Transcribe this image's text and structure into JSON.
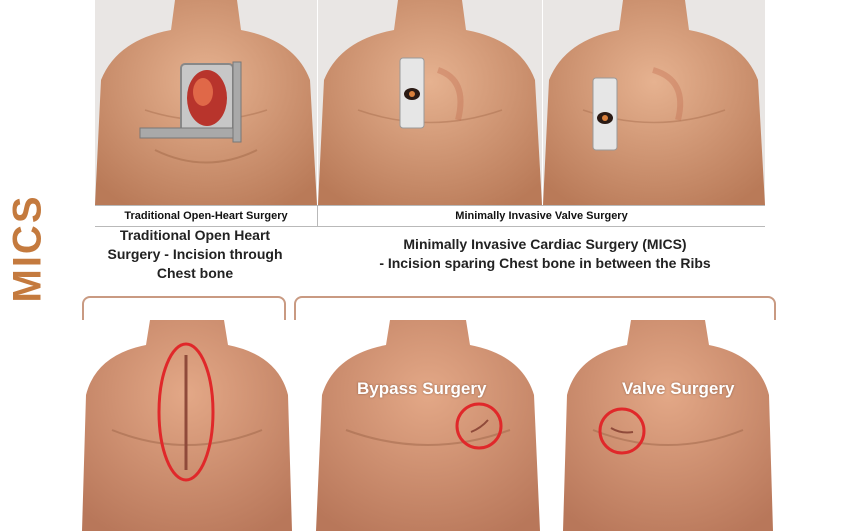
{
  "side_title": "MICS",
  "top_captions": {
    "left": "Traditional Open-Heart Surgery",
    "right": "Minimally Invasive Valve Surgery"
  },
  "descriptions": {
    "left": [
      "Traditional Open Heart",
      "Surgery - Incision through",
      "Chest bone"
    ],
    "right": [
      "Minimally Invasive Cardiac Surgery (MICS)",
      "- Incision sparing Chest bone in between the Ribs"
    ]
  },
  "bottom_labels": {
    "bypass": "Bypass Surgery",
    "valve": "Valve Surgery"
  },
  "colors": {
    "accent_title": "#c47a3e",
    "skin": "#d9a07d",
    "skin_dark": "#b97a58",
    "incision_circle": "#e0282a",
    "bracket": "#c99a82"
  }
}
